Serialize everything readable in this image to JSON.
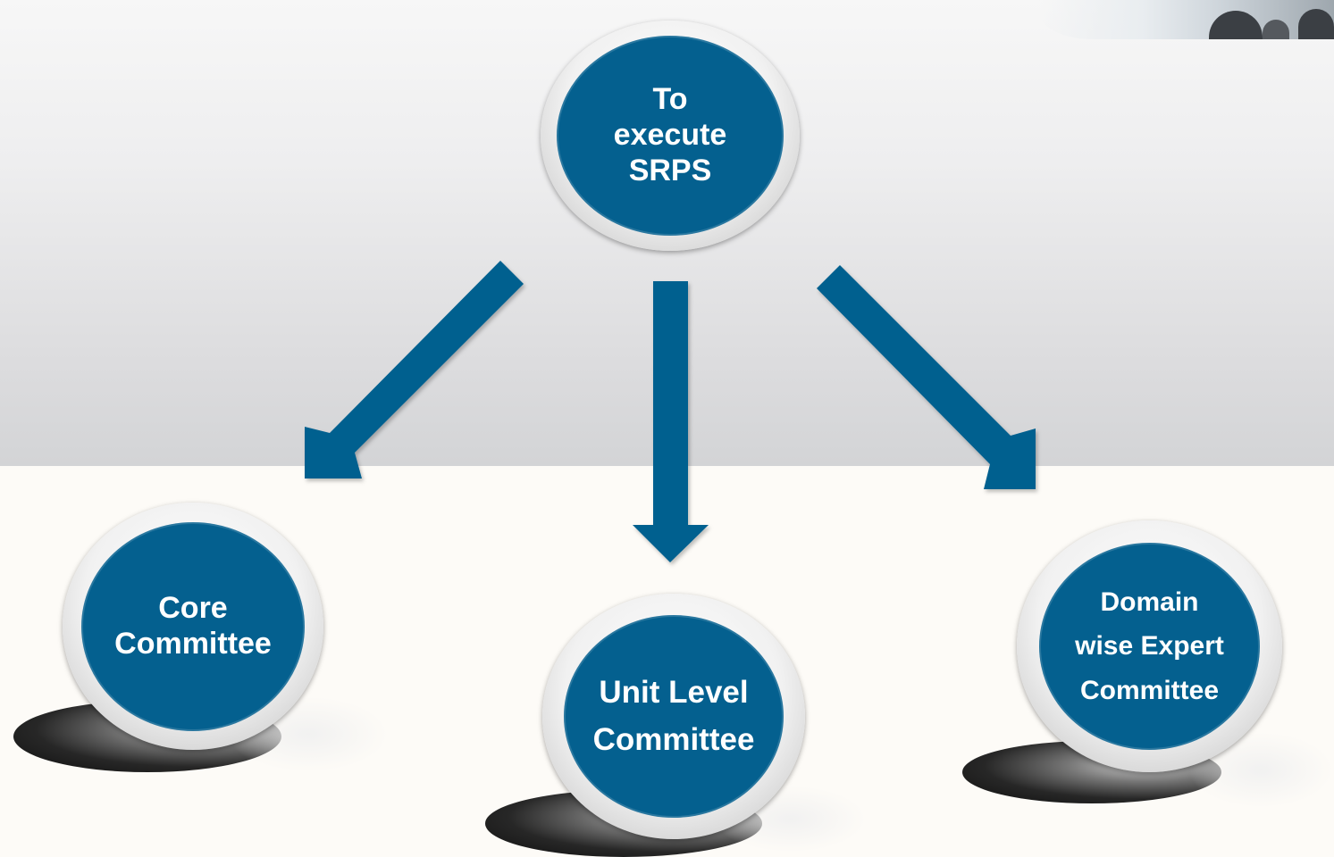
{
  "diagram": {
    "root": {
      "label": "To\nexecute\nSRPS"
    },
    "children": [
      {
        "id": "core",
        "label": "Core\nCommittee"
      },
      {
        "id": "unit",
        "label": "Unit Level\nCommittee"
      },
      {
        "id": "domain",
        "label": "Domain\nwise Expert\nCommittee"
      }
    ],
    "colors": {
      "node_fill": "#04608f",
      "arrow": "#04608f",
      "ring": "#ffffff",
      "text": "#ffffff"
    }
  }
}
